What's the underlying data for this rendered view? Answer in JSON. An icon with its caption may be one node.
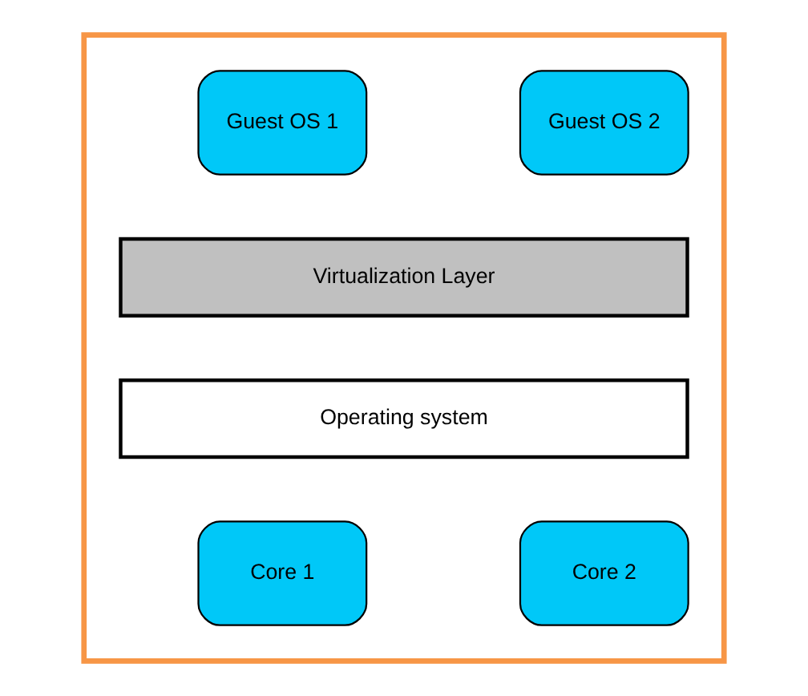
{
  "diagram": {
    "nodes": [
      {
        "text": [],
        "shape": "box"
      },
      {
        "text": [
          "Guest OS 1"
        ],
        "in": 0
      },
      {
        "text": [
          "Guest OS 2"
        ],
        "in": 0
      },
      {
        "text": [
          "Virtualization Layer"
        ],
        "in": 0
      },
      {
        "text": [
          "Operating system"
        ],
        "in": 0
      },
      {
        "text": [
          "Core 1"
        ],
        "in": 0
      },
      {
        "text": [
          "Core 2"
        ],
        "in": 0
      }
    ],
    "edges": []
  }
}
